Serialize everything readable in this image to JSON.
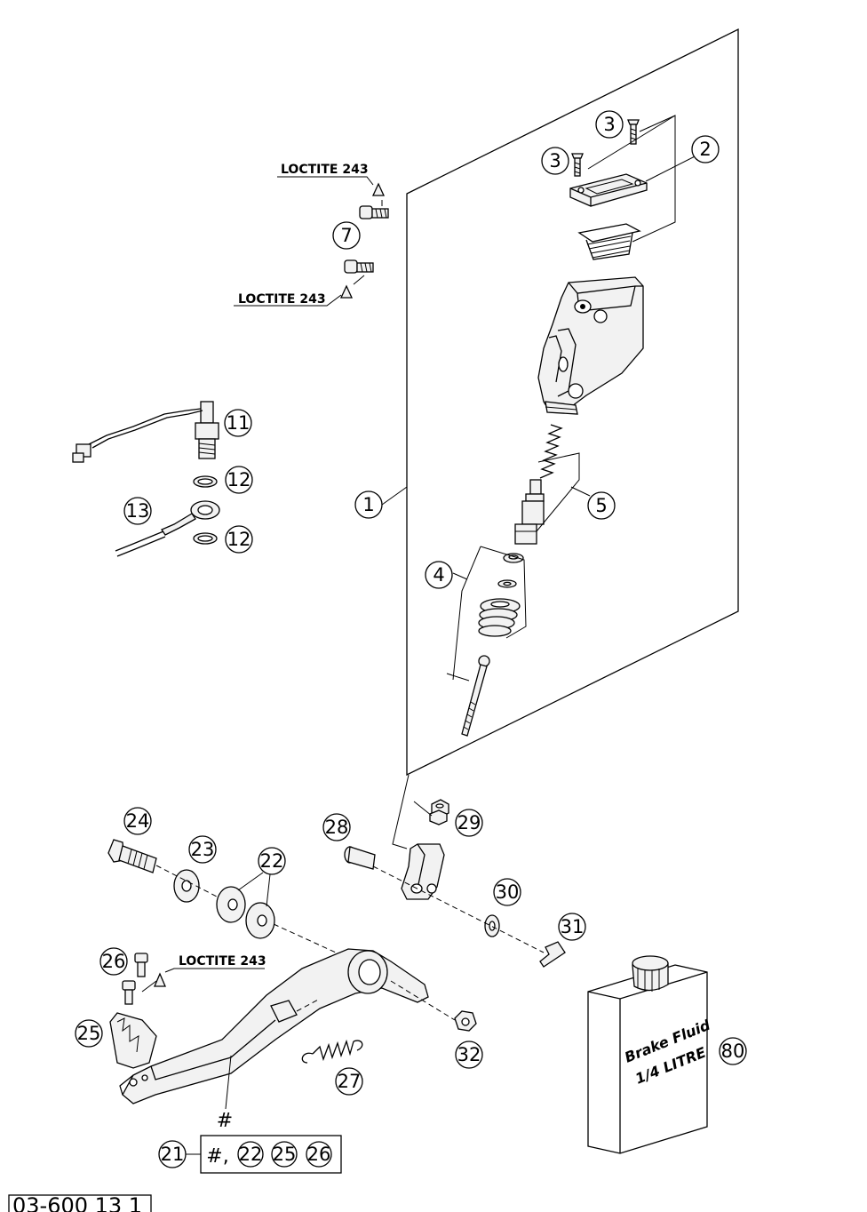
{
  "labels": {
    "loctite_top": "LOCTITE 243",
    "loctite_mid": "LOCTITE 243",
    "loctite_low": "LOCTITE 243",
    "hash_mark": "#",
    "kit_hash": "#,",
    "can_line1": "Brake Fluid",
    "can_line2": "1/4 LITRE",
    "reference": "03-600 13 1"
  },
  "callouts": {
    "c1": "1",
    "c2": "2",
    "c3a": "3",
    "c3b": "3",
    "c4": "4",
    "c5": "5",
    "c7": "7",
    "c11": "11",
    "c12a": "12",
    "c12b": "12",
    "c13": "13",
    "c21": "21",
    "c22": "22",
    "c23": "23",
    "c24": "24",
    "c25": "25",
    "c26": "26",
    "c27": "27",
    "c28": "28",
    "c29": "29",
    "c30": "30",
    "c31": "31",
    "c32": "32",
    "c80": "80",
    "kit22": "22",
    "kit25": "25",
    "kit26": "26"
  }
}
